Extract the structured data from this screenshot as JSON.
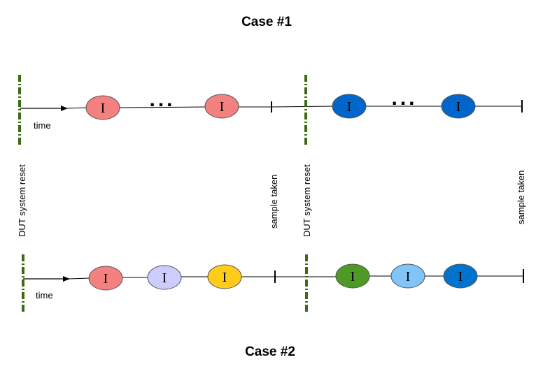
{
  "case1": {
    "title": "Case #1",
    "time_label": "time",
    "reset_label": "DUT system reset",
    "reset_label_2": "DUT system reset",
    "sample_label_1": "sample taken",
    "sample_label_2": "sample taken",
    "ellipsis_1": "...",
    "ellipsis_2": "...",
    "nodes": [
      {
        "label": "I",
        "color": "#f48080"
      },
      {
        "label": "I",
        "color": "#f48080"
      },
      {
        "label": "I",
        "color": "#0066cc"
      },
      {
        "label": "I",
        "color": "#0066cc"
      }
    ]
  },
  "case2": {
    "title": "Case #2",
    "time_label": "time",
    "nodes": [
      {
        "label": "I",
        "color": "#f48080"
      },
      {
        "label": "I",
        "color": "#ccccff"
      },
      {
        "label": "I",
        "color": "#ffcc1a"
      },
      {
        "label": "I",
        "color": "#4d9a26"
      },
      {
        "label": "I",
        "color": "#80c4f8"
      },
      {
        "label": "I",
        "color": "#0073cc"
      }
    ]
  },
  "colors": {
    "reset_marker": "#3d6b0f",
    "line": "#000000"
  }
}
